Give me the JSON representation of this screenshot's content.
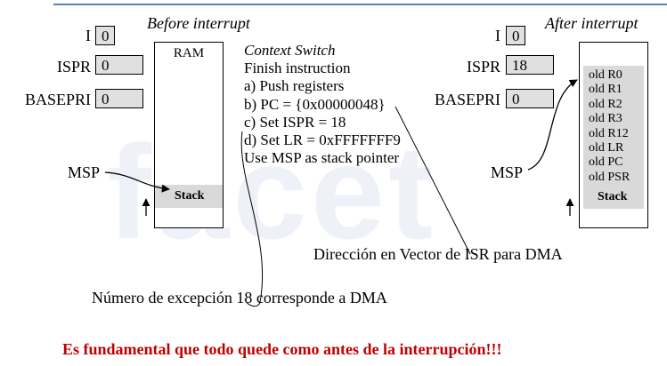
{
  "heading_before": "Before interrupt",
  "heading_after": "After interrupt",
  "watermark": "facet",
  "before": {
    "registers": [
      {
        "label": "I",
        "value": "0"
      },
      {
        "label": "ISPR",
        "value": "0"
      },
      {
        "label": "BASEPRI",
        "value": "0"
      }
    ],
    "ram_label": "RAM",
    "stack_label": "Stack",
    "msp_label": "MSP"
  },
  "after": {
    "registers": [
      {
        "label": "I",
        "value": "0"
      },
      {
        "label": "ISPR",
        "value": "18"
      },
      {
        "label": "BASEPRI",
        "value": "0"
      }
    ],
    "stack_items": [
      "old R0",
      "old R1",
      "old R2",
      "old R3",
      "old R12",
      "old LR",
      "old PC",
      "old PSR"
    ],
    "stack_label": "Stack",
    "msp_label": "MSP"
  },
  "context_switch": {
    "title": "Context Switch",
    "lines": [
      "Finish instruction",
      "a) Push registers",
      "b) PC = {0x00000048}",
      "c) Set ISPR = 18",
      "d) Set LR = 0xFFFFFFF9",
      "Use MSP as stack pointer"
    ]
  },
  "annotations": {
    "vector": "Dirección en Vector de ISR para DMA",
    "exception": "Número de excepción 18 corresponde a DMA"
  },
  "footer": "Es fundamental que todo quede como antes de la interrupción!!!"
}
